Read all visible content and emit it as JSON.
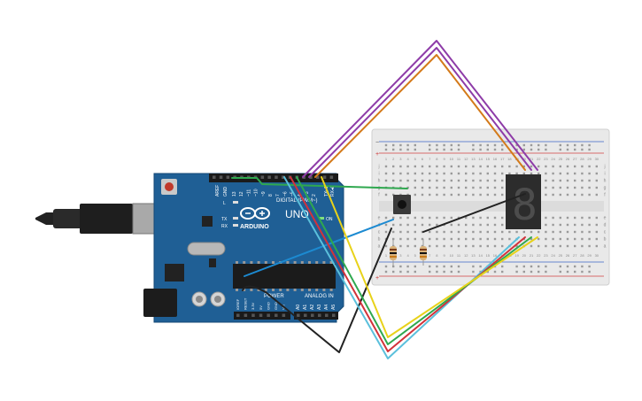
{
  "board": {
    "brand": "ARDUINO",
    "model": "UNO",
    "digital_label": "DIGITAL (PWM~)",
    "power_label": "POWER",
    "analog_label": "ANALOG IN",
    "led_on": "ON",
    "led_tx": "TX",
    "led_rx": "RX",
    "led_l": "L",
    "aref": "AREF",
    "gnd": "GND",
    "tx_pin": "TX▸1",
    "rx_pin": "RX◂0",
    "digital_pins": [
      "13",
      "12",
      "~11",
      "~10",
      "~9",
      "8",
      "7",
      "~6",
      "~5",
      "4",
      "~3",
      "2"
    ],
    "power_pins": [
      "IOREF",
      "RESET",
      "3.3V",
      "5V",
      "GND",
      "GND",
      "Vin"
    ],
    "analog_pins": [
      "A0",
      "A1",
      "A2",
      "A3",
      "A4",
      "A5"
    ]
  },
  "breadboard": {
    "columns": [
      "1",
      "2",
      "3",
      "4",
      "5",
      "6",
      "7",
      "8",
      "9",
      "10",
      "11",
      "12",
      "13",
      "14",
      "15",
      "16",
      "17",
      "18",
      "19",
      "20",
      "21",
      "22",
      "23",
      "24",
      "25",
      "26",
      "27",
      "28",
      "29",
      "30"
    ],
    "row_letters_top": [
      "j",
      "i",
      "h",
      "g",
      "f"
    ],
    "row_letters_bottom": [
      "e",
      "d",
      "c",
      "b",
      "a"
    ],
    "plus": "+",
    "minus": "−"
  },
  "display": {
    "digit": "8"
  },
  "colors": {
    "purple": "#8e3ca8",
    "orange": "#d47a1a",
    "green": "#2fa84f",
    "yellow": "#e8d21a",
    "red": "#d2323a",
    "cyan": "#5bc0dc",
    "blue": "#1c8ad1",
    "black": "#222222",
    "board": "#1f5f95"
  }
}
